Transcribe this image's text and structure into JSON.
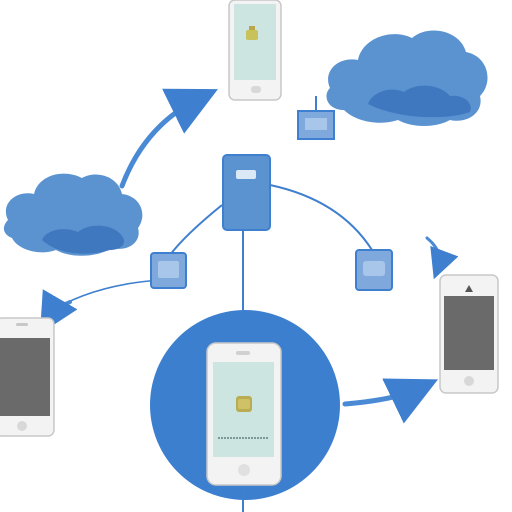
{
  "colors": {
    "background": "#ffffff",
    "cloud": "#5b93d1",
    "cloud_shadow": "#3f78bf",
    "connector": "#3f7fcf",
    "hub_circle": "#3d7fcf",
    "phone_body": "#f3f3f3",
    "phone_border": "#c8c8c8",
    "screen_teal": "#cde5e0",
    "screen_gray": "#6a6a6a",
    "chip_fill": "#7fa9dc",
    "chip_border": "#3f7fcf"
  },
  "nodes": [
    {
      "name": "phone-top-center",
      "kind": "phone",
      "screen": "teal",
      "icon": "gift-icon"
    },
    {
      "name": "phone-left",
      "kind": "phone",
      "screen": "gray",
      "icon": "none"
    },
    {
      "name": "phone-right",
      "kind": "phone",
      "screen": "gray",
      "icon": "upload-arrow-icon"
    },
    {
      "name": "phone-bottom-hub",
      "kind": "phone",
      "screen": "teal",
      "icon": "lock-icon"
    },
    {
      "name": "cloud-top-right",
      "kind": "cloud"
    },
    {
      "name": "cloud-left",
      "kind": "cloud"
    },
    {
      "name": "central-hub-device",
      "kind": "device"
    },
    {
      "name": "data-chip-top-right",
      "kind": "chip"
    },
    {
      "name": "data-chip-left",
      "kind": "chip"
    },
    {
      "name": "data-chip-right",
      "kind": "chip"
    }
  ]
}
